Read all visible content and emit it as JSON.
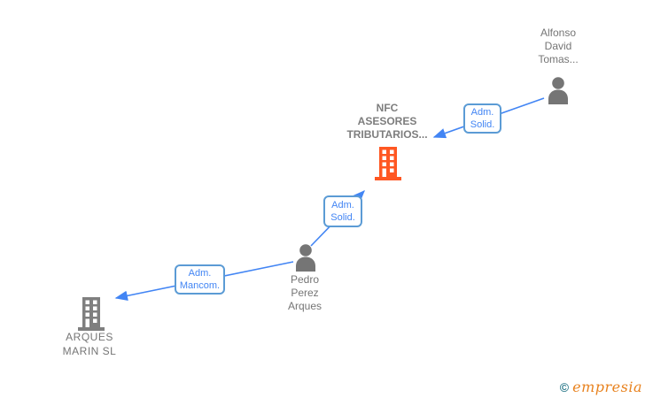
{
  "canvas": {
    "background": "#ffffff"
  },
  "colors": {
    "accent_blue": "#4285f4",
    "edge_label_border": "#5b9bd5",
    "entity_text_gray": "#757575",
    "person_icon_gray": "#757575",
    "company_icon_gray": "#7f7f7f",
    "company_icon_orange": "#ff5722",
    "logo_teal": "#2e7b8c",
    "logo_orange": "#e8821e"
  },
  "nodes": [
    {
      "id": "alfonso",
      "type": "person",
      "label_lines": [
        "Alfonso",
        "David",
        "Tomas..."
      ]
    },
    {
      "id": "nfc",
      "type": "company",
      "highlighted": true,
      "label_lines": [
        "NFC",
        "ASESORES",
        "TRIBUTARIOS..."
      ]
    },
    {
      "id": "pedro",
      "type": "person",
      "label_lines": [
        "Pedro",
        "Perez",
        "Arques"
      ]
    },
    {
      "id": "arques",
      "type": "company",
      "highlighted": false,
      "label_lines": [
        "ARQUES",
        "MARIN SL"
      ]
    }
  ],
  "edges": [
    {
      "from": "alfonso",
      "to": "nfc",
      "label_lines": [
        "Adm.",
        "Solid."
      ]
    },
    {
      "from": "pedro",
      "to": "nfc",
      "label_lines": [
        "Adm.",
        "Solid."
      ]
    },
    {
      "from": "pedro",
      "to": "arques",
      "label_lines": [
        "Adm.",
        "Mancom."
      ]
    }
  ],
  "watermark": {
    "copyright": "©",
    "brand": "empresia"
  }
}
